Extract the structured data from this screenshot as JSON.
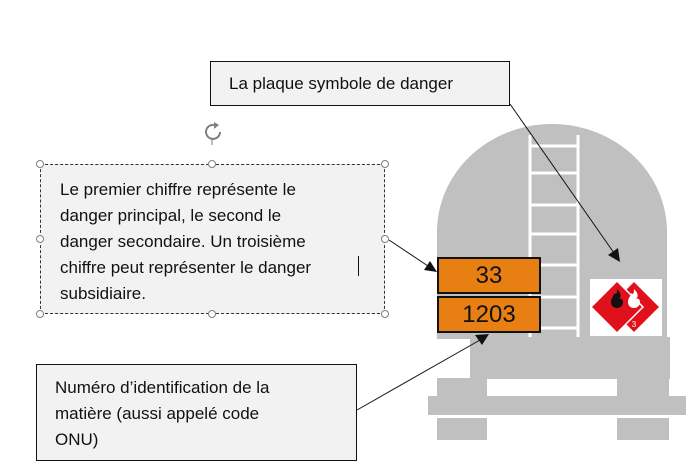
{
  "callouts": {
    "title": "La plaque symbole de danger",
    "explain": [
      "Le premier chiffre représente le",
      "danger principal, le second le",
      "danger secondaire. Un troisième",
      "chiffre peut représenter le danger",
      "subsidiaire."
    ],
    "onu": [
      "Numéro d’identification de la",
      "matière (aussi appelé code",
      "ONU)"
    ]
  },
  "plate": {
    "danger_number": "33",
    "un_number": "1203",
    "color": "#e87f13"
  },
  "hazard_labels": {
    "count": 2,
    "color": "#e0101c",
    "icon": "flame-icon",
    "class_number": "3"
  },
  "tank_color": "#c0c0c0"
}
